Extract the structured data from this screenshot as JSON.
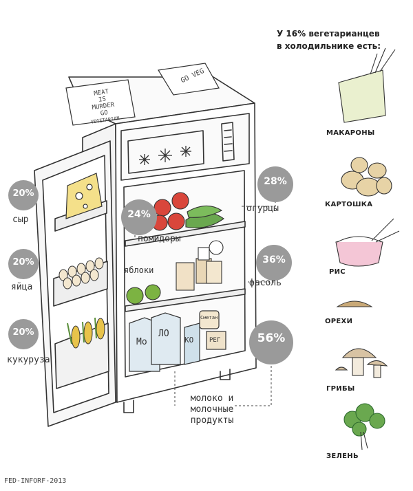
{
  "heading": {
    "line1": "У 16% вегетарианцев",
    "line2": "в холодильнике есть:"
  },
  "fridge": {
    "sticker_left": [
      "MEAT",
      "IS",
      "MURDER",
      "GO",
      "VEGETARIAN"
    ],
    "sticker_right": "GO VEG",
    "milk_carton_1": "Мо",
    "milk_carton_2": "ЛО",
    "milk_carton_3": "КО",
    "jar_label": "Сметан",
    "box_label": "РЕГ"
  },
  "stats": [
    {
      "label": "сыр",
      "percent": "20%"
    },
    {
      "label": "яйца",
      "percent": "20%"
    },
    {
      "label": "кукуруза",
      "percent": "20%"
    },
    {
      "label": "помидоры",
      "percent": "24%"
    },
    {
      "label": "огурцы",
      "percent": "28%"
    },
    {
      "label": "яблоки",
      "percent": ""
    },
    {
      "label": "фасоль",
      "percent": "36%"
    },
    {
      "label": "молоко и молочные продукты",
      "percent": "56%"
    }
  ],
  "items": [
    {
      "label": "МАКАРОНЫ",
      "icon": "pasta-icon"
    },
    {
      "label": "КАРТОШКА",
      "icon": "potatoes-icon"
    },
    {
      "label": "РИС",
      "icon": "rice-bowl-icon"
    },
    {
      "label": "ОРЕХИ",
      "icon": "nuts-icon"
    },
    {
      "label": "ГРИБЫ",
      "icon": "mushrooms-icon"
    },
    {
      "label": "ЗЕЛЕНЬ",
      "icon": "greens-icon"
    }
  ],
  "credit": "FED-INFORF-2013",
  "colors": {
    "badge": "#9a9a9a",
    "ink": "#333333",
    "tomato": "#d9463b",
    "cucumber": "#6aa84f",
    "apple": "#7cb342",
    "egg": "#f3e7cf",
    "cheese": "#f4e08a",
    "corn": "#e8c34a"
  }
}
